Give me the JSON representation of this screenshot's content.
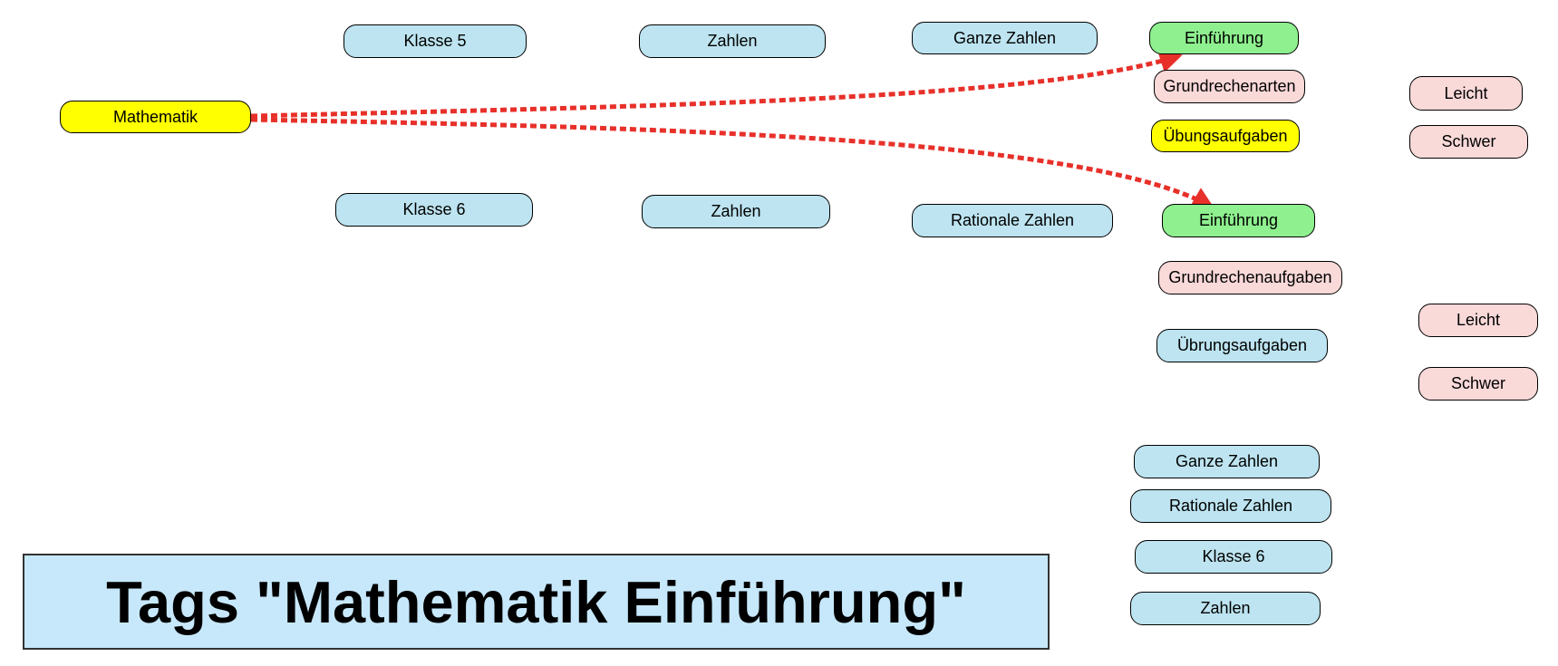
{
  "colors": {
    "node_blue": "#bde4f0",
    "node_green": "#8ef08e",
    "node_yellow": "#ffff00",
    "node_pink": "#fad9d9",
    "edge": "#e8302a",
    "title_bg": "#c7e8fa"
  },
  "nodes": {
    "mathematik": "Mathematik",
    "klasse5": "Klasse 5",
    "zahlen_1": "Zahlen",
    "ganze_zahlen_1": "Ganze Zahlen",
    "einfuehrung_1": "Einführung",
    "grundrechenarten": "Grundrechenarten",
    "uebungsaufgaben_1": "Übungsaufgaben",
    "leicht_1": "Leicht",
    "schwer_1": "Schwer",
    "klasse6_1": "Klasse 6",
    "zahlen_2": "Zahlen",
    "rationale_zahlen_1": "Rationale Zahlen",
    "einfuehrung_2": "Einführung",
    "grundrechenaufgaben": "Grundrechenaufgaben",
    "uebrungsaufgaben": "Übrungsaufgaben",
    "leicht_2": "Leicht",
    "schwer_2": "Schwer",
    "ganze_zahlen_2": "Ganze Zahlen",
    "rationale_zahlen_2": "Rationale Zahlen",
    "klasse6_2": "Klasse 6",
    "zahlen_3": "Zahlen"
  },
  "edges": [
    {
      "from": "Mathematik",
      "to": "Einführung",
      "style": "dashed"
    },
    {
      "from": "Mathematik",
      "to": "Einführung",
      "style": "dashed"
    }
  ],
  "title": "Tags \"Mathematik Einführung\""
}
